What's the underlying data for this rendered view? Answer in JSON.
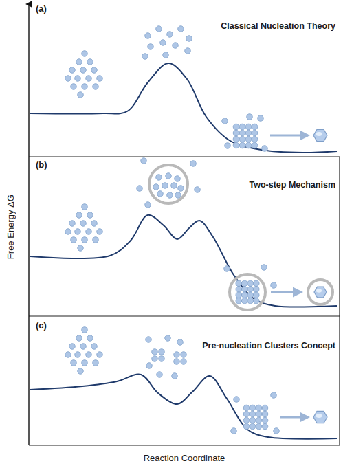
{
  "diagram": {
    "labels": [
      "(a)",
      "Classical Nucleation Theory",
      "(b)",
      "Two-step Mechanism",
      "(c)",
      "Pre-nucleation Clusters Concept",
      "Free Energy ΔG",
      "Reaction Coordinate"
    ]
  }
}
